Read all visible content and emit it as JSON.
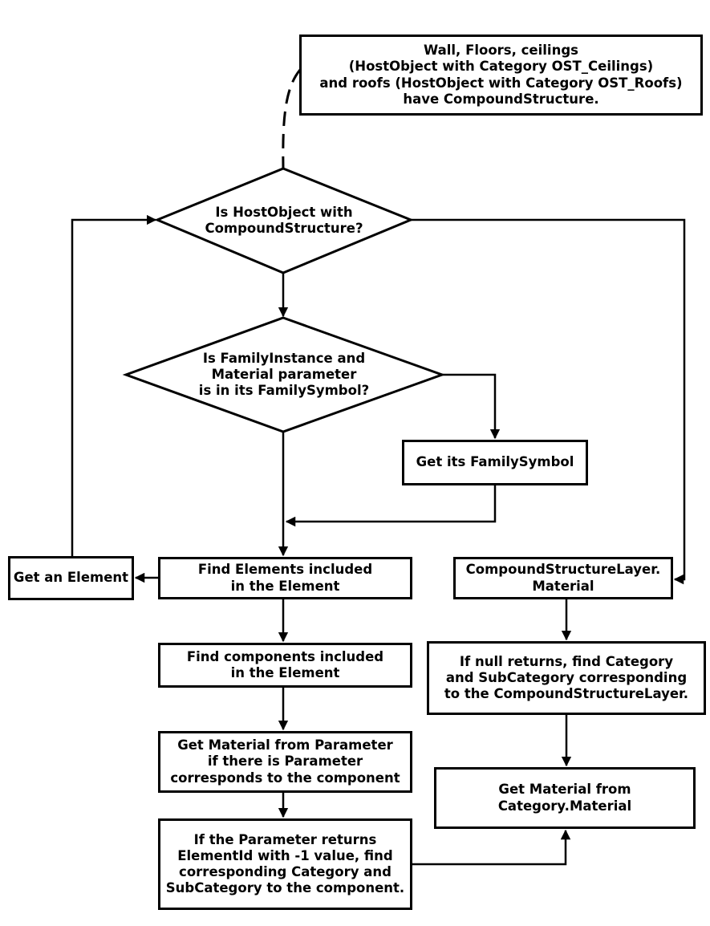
{
  "nodes": {
    "note_compound": "Wall, Floors, ceilings\n(HostObject with Category OST_Ceilings)\nand roofs (HostObject with Category OST_Roofs)\nhave CompoundStructure.",
    "decision_hostobject": "Is HostObject with\nCompoundStructure?",
    "decision_familyinstance": "Is FamilyInstance and\nMaterial parameter\nis in its FamilySymbol?",
    "get_familysymbol": "Get its FamilySymbol",
    "get_element": "Get an Element",
    "find_elements": "Find Elements included\nin the Element",
    "compound_layer_material": "CompoundStructureLayer.\nMaterial",
    "find_components": "Find components included\nin the Element",
    "if_null_find_category": "If null returns, find Category\nand SubCategory corresponding\nto the CompoundStructureLayer.",
    "get_material_parameter": "Get Material from Parameter\nif there is Parameter\ncorresponds to the component",
    "get_material_category": "Get Material from\nCategory.Material",
    "if_parameter_returns": "If the Parameter returns\nElementId with -1 value, find\ncorresponding Category and\nSubCategory to the component."
  }
}
